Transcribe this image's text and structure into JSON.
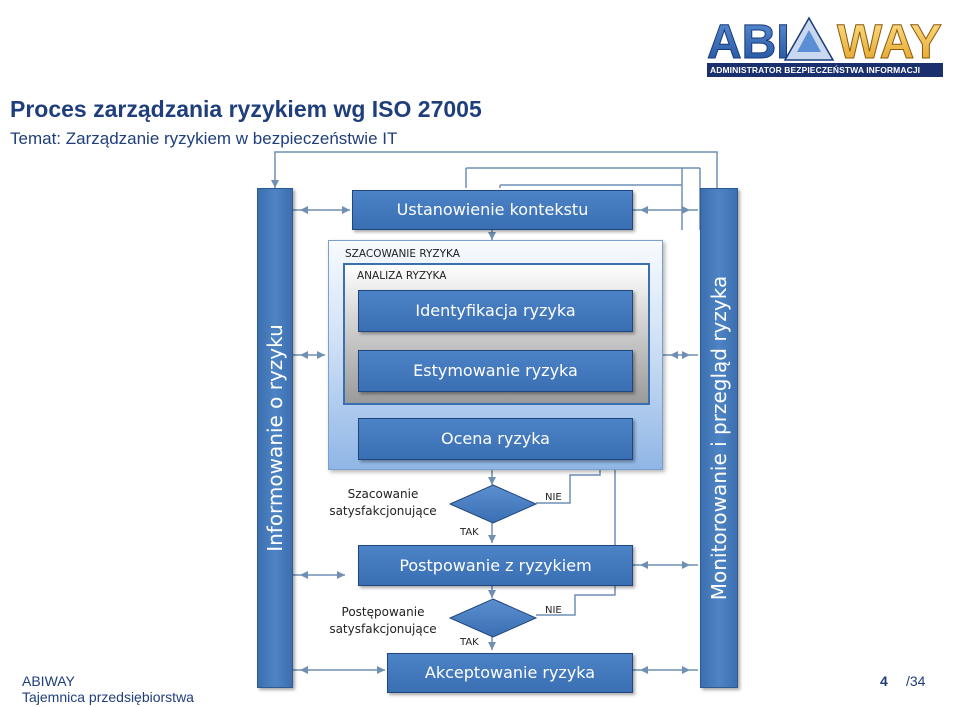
{
  "header": {
    "title": "Proces zarządzania ryzykiem wg ISO 27005",
    "subtitle": "Temat: Zarządzanie ryzykiem w bezpieczeństwie IT"
  },
  "logo": {
    "text_left": "ABI",
    "text_right": "WAY",
    "tagline": "ADMINISTRATOR BEZPIECZEŃSTWA INFORMACJI"
  },
  "diagram": {
    "left_bar": "Informowanie o ryzyku",
    "right_bar": "Monitorowanie i przegląd ryzyka",
    "context": "Ustanowienie kontekstu",
    "assessment_label": "SZACOWANIE RYZYKA",
    "analysis_label": "ANALIZA RYZYKA",
    "identification": "Identyfikacja ryzyka",
    "estimation": "Estymowanie ryzyka",
    "evaluation": "Ocena ryzyka",
    "treatment": "Postpowanie z ryzykiem",
    "acceptance": "Akceptowanie ryzyka",
    "decision1_side": "Szacowanie satysfakcjonujące",
    "decision1_yes": "TAK",
    "decision1_no": "NIE",
    "decision2_side": "Postępowanie satysfakcjonujące",
    "decision2_yes": "TAK",
    "decision2_no": "NIE"
  },
  "colors": {
    "accent": "#1f3e7c",
    "box_fill": "#3f74b8",
    "connector": "#6f8fb3"
  },
  "footer": {
    "brand": "ABIWAY",
    "confidential": "Tajemnica przedsiębiorstwa",
    "page": "4",
    "total": "/34"
  }
}
